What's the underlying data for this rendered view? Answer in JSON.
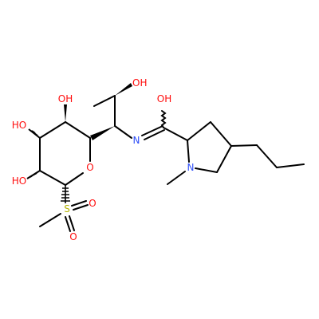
{
  "atom_labels": {
    "hydroxyl_top": "OH",
    "hydroxyl_ring_top": "OH",
    "hydroxyl_ring_left": "HO",
    "hydroxyl_ring_bottom": "HO",
    "ring_oxygen": "O",
    "imine_nitrogen": "N",
    "imine_hydroxyl": "OH",
    "pyrrolidine_nitrogen": "N",
    "sulfur": "S",
    "sulfonyl_oxygen_right": "O",
    "sulfonyl_oxygen_bottom": "O"
  },
  "colors": {
    "bond": "#000000",
    "oxygen": "#ff0d0d",
    "nitrogen": "#3050f8",
    "sulfur": "#b2b200"
  }
}
